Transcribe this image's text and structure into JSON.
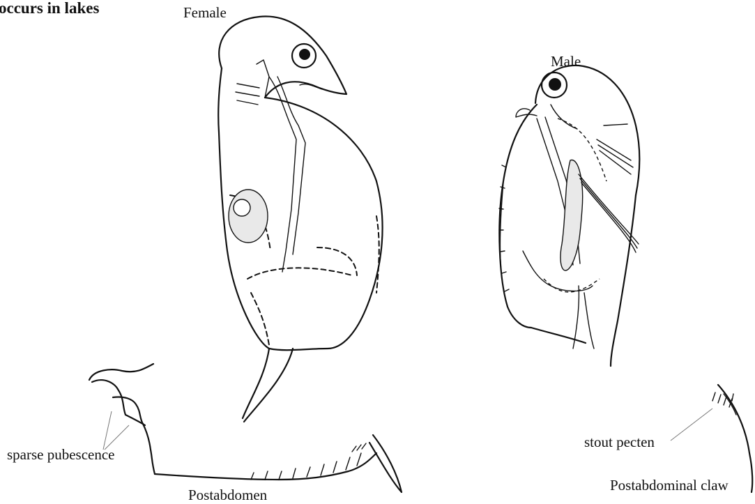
{
  "heading": "occurs in lakes",
  "labels": {
    "female": "Female",
    "male": "Male",
    "sparse_pubescence": "sparse pubescence",
    "postabdomen": "Postabdomen",
    "stout_pecten": "stout pecten",
    "postabdominal_claw": "Postabdominal claw"
  }
}
